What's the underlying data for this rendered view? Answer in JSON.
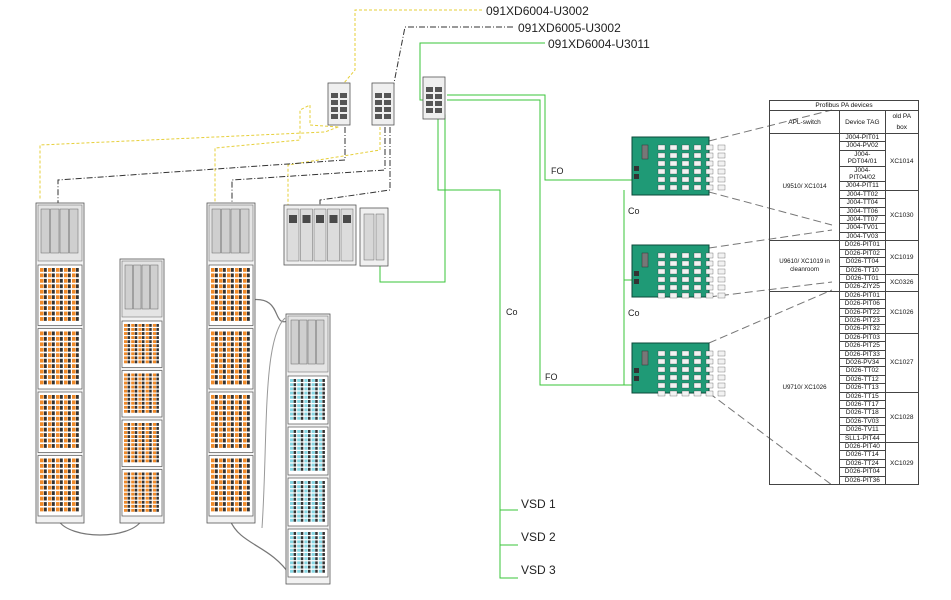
{
  "labels": {
    "cable_top_1": "091XD6004-U3002",
    "cable_top_2": "091XD6005-U3002",
    "cable_top_3": "091XD6004-U3011",
    "fo_1": "FO",
    "fo_2": "FO",
    "co_1": "Co",
    "co_2": "Co",
    "co_main": "Co",
    "vsd_1": "VSD 1",
    "vsd_2": "VSD 2",
    "vsd_3": "VSD 3"
  },
  "colors": {
    "fiber": "#3ac43a",
    "profibus_yellow": "#e6cf3a",
    "dashdot": "#333333",
    "switch_box": "#1f9a76",
    "switch_dark": "#0b4a3a",
    "io_orange": "#ef8a2a",
    "io_cyan": "#86d6e3"
  },
  "table": {
    "title": "Profibus PA devices",
    "headers": [
      "APL-switch",
      "Device TAG",
      "old PA box"
    ],
    "groups": [
      {
        "switch": "U9510/ XC1014",
        "boxes": [
          {
            "box": "XC1014",
            "tags": [
              "J004-PIT01",
              "J004-PV02",
              "J004-PDT04/01",
              "J004-PIT04/02",
              "J004-PIT11"
            ]
          },
          {
            "box": "XC1030",
            "tags": [
              "J004-TT02",
              "J004-TT04",
              "J004-TT06",
              "J004-TT07",
              "J004-TV01",
              "J004-TV03"
            ]
          }
        ]
      },
      {
        "switch": "U9610/ XC1019 in cleanroom",
        "boxes": [
          {
            "box": "XC1019",
            "tags": [
              "D026-PIT01",
              "D026-PIT02",
              "D026-TT04",
              "D026-TT10"
            ]
          },
          {
            "box": "XC0326",
            "tags": [
              "D026-TT01",
              "D026-ZIY25"
            ]
          }
        ]
      },
      {
        "switch": "U9710/ XC1026",
        "boxes": [
          {
            "box": "XC1026",
            "tags": [
              "D026-PIT01",
              "D026-PIT06",
              "D026-PIT22",
              "D026-PIT23",
              "D026-PIT32"
            ]
          },
          {
            "box": "XC1027",
            "tags": [
              "D026-PIT03",
              "D026-PIT25",
              "D026-PIT33",
              "D026-PV34",
              "D026-TT02",
              "D026-TT12",
              "D026-TT13"
            ]
          },
          {
            "box": "XC1028",
            "tags": [
              "D026-TT15",
              "D026-TT17",
              "D026-TT18",
              "D026-TV03",
              "D026-TV11",
              "SLL1-PIT44"
            ]
          },
          {
            "box": "XC1029",
            "tags": [
              "D026-PIT40",
              "D026-TT14",
              "D026-TT24",
              "D026-PIT04",
              "D026-PIT36"
            ]
          }
        ]
      }
    ]
  }
}
